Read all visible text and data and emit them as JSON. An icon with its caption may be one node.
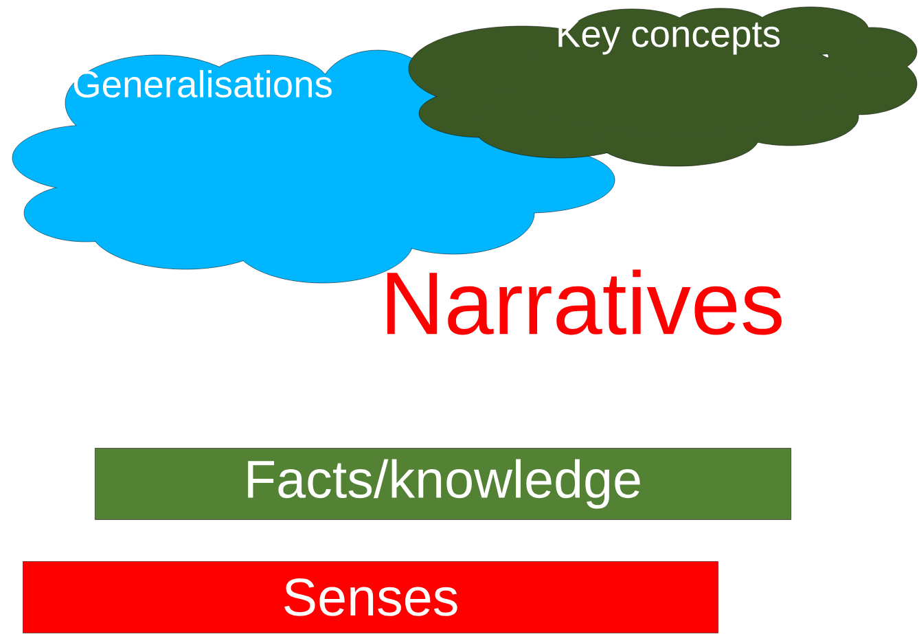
{
  "diagram": {
    "nodes": [
      {
        "text": [
          "Generalisations"
        ]
      },
      {
        "text": [
          "Key concepts"
        ]
      },
      {
        "text": [
          "Facts/knowledge"
        ]
      },
      {
        "text": [
          "Senses"
        ]
      }
    ],
    "labels": [
      "Narratives"
    ]
  }
}
